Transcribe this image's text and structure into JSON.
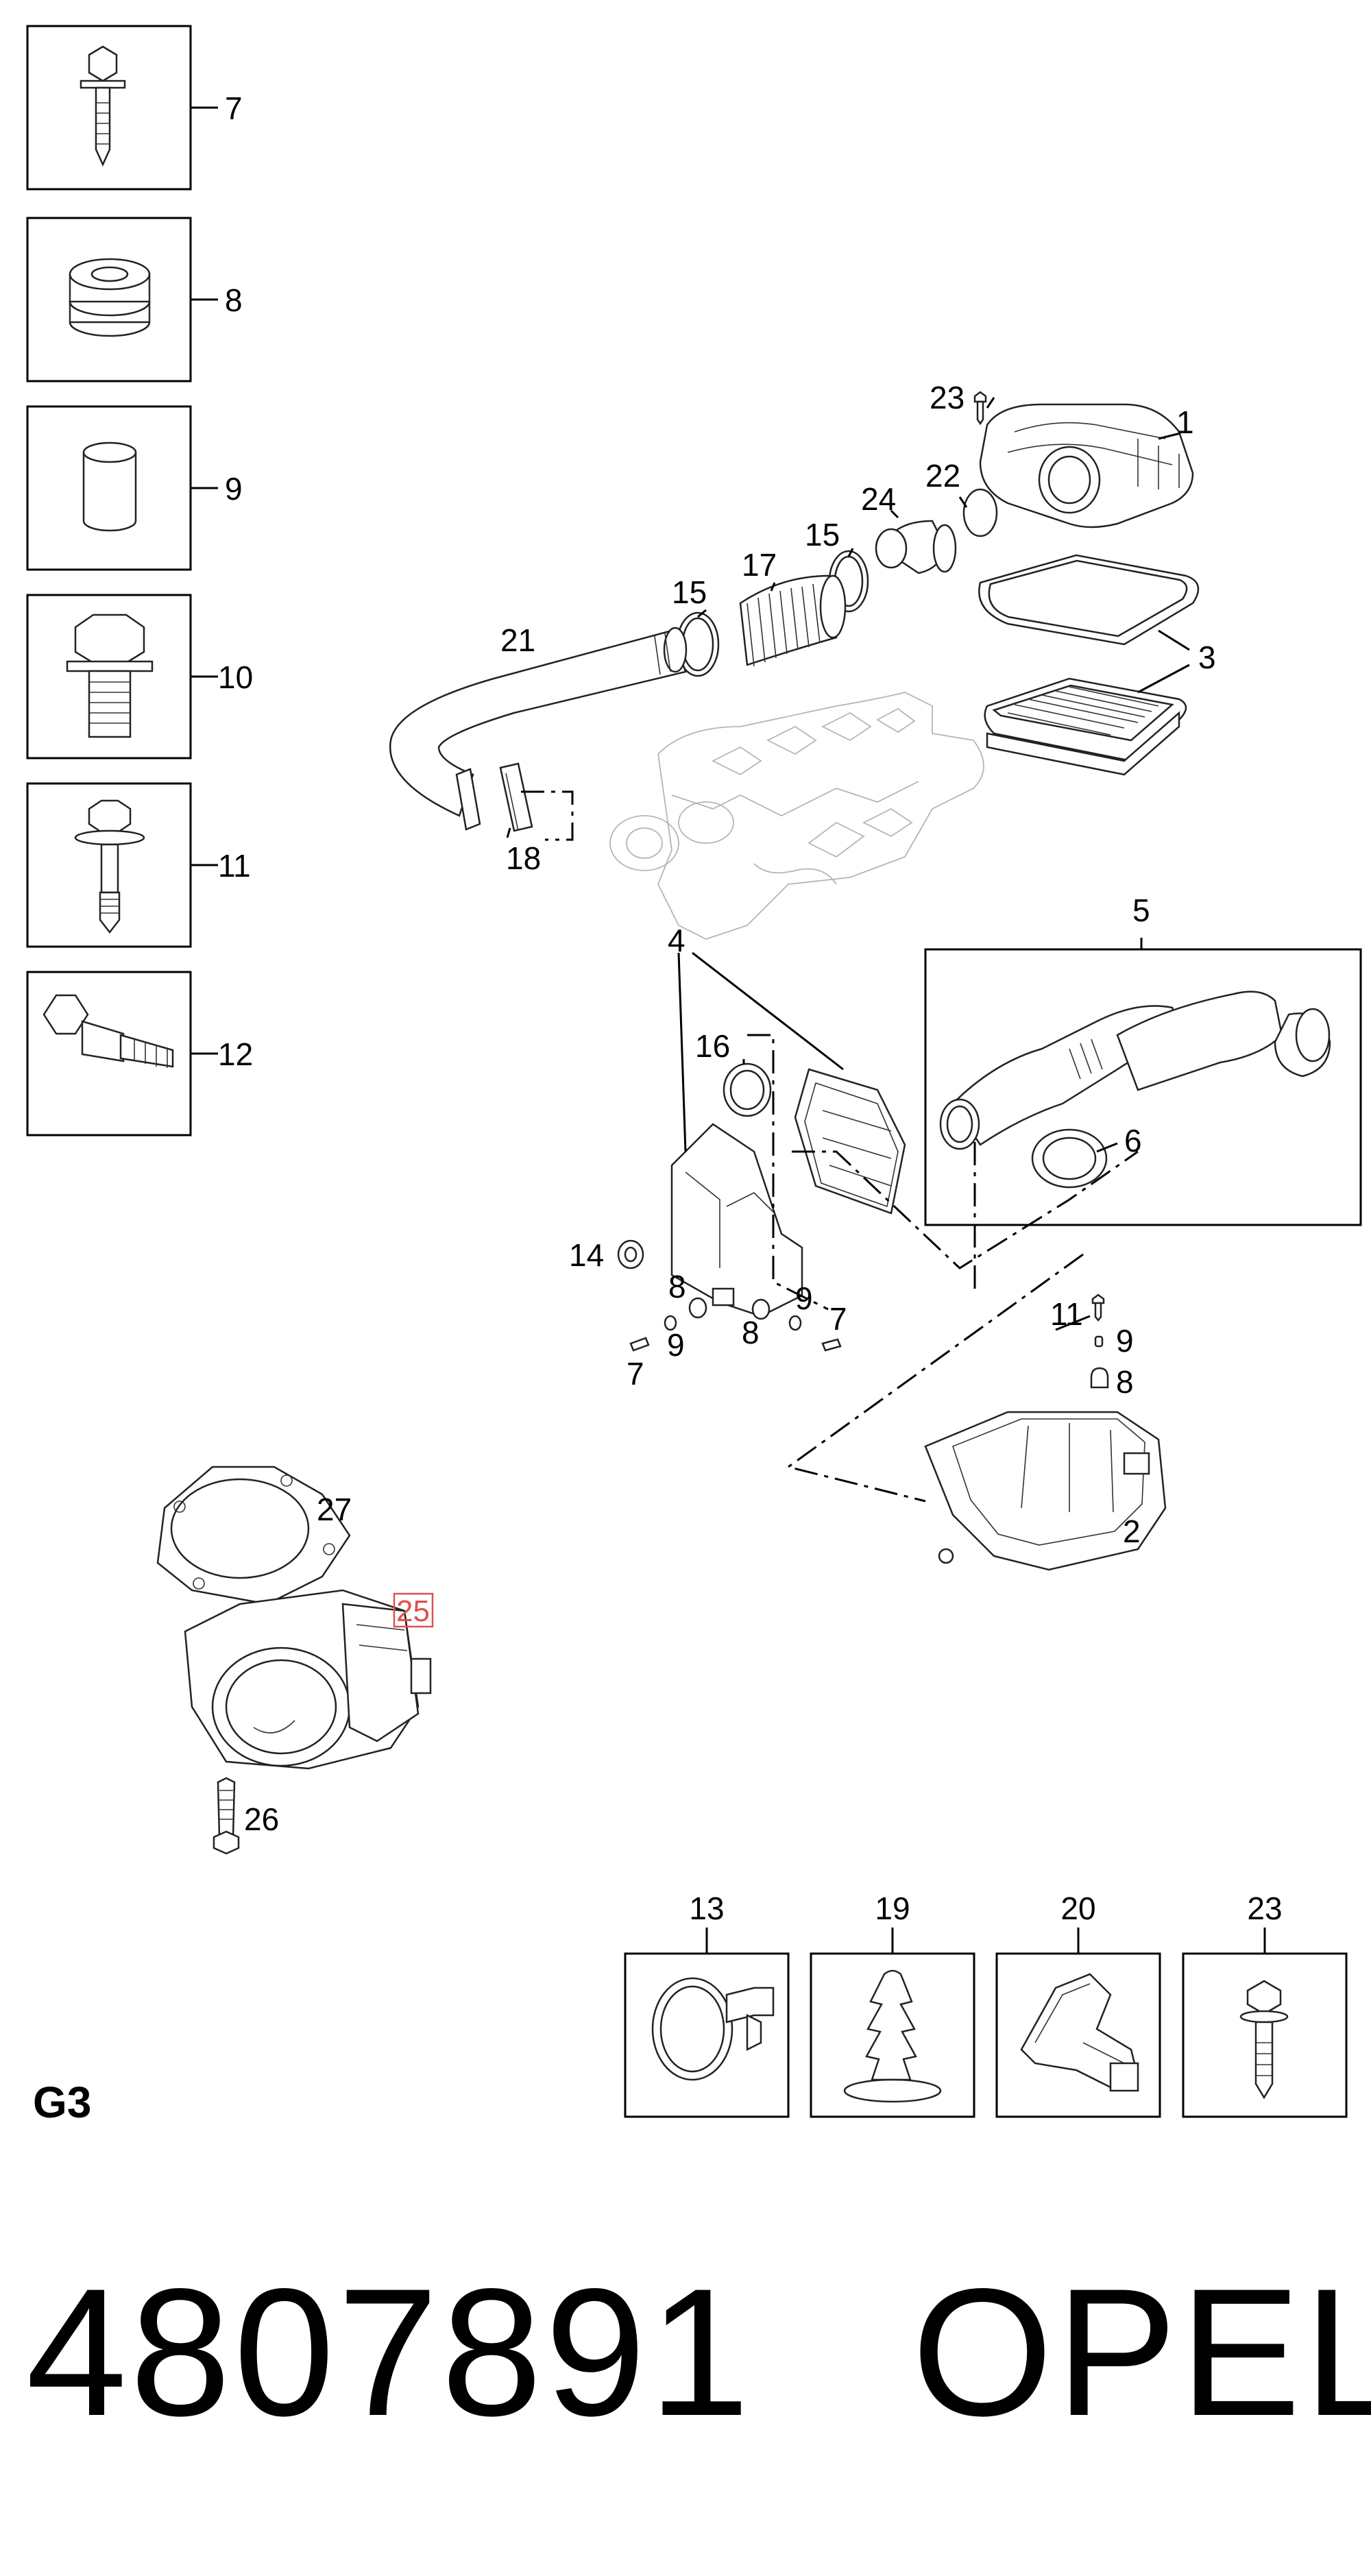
{
  "sheet_code": "G3",
  "part_number": "4807891",
  "brand": "OPEL",
  "highlighted_callout": "25",
  "colors": {
    "highlight": "#e05050",
    "line": "#000000",
    "ghost": "#b5b5b5"
  },
  "legend_left": [
    "7",
    "8",
    "9",
    "10",
    "11",
    "12"
  ],
  "legend_bottom": [
    "13",
    "19",
    "20",
    "23"
  ],
  "callouts": {
    "c1": "1",
    "c2": "2",
    "c3": "3",
    "c4": "4",
    "c5": "5",
    "c6": "6",
    "c7a": "7",
    "c7b": "7",
    "c8a": "8",
    "c8b": "8",
    "c8c": "8",
    "c9a": "9",
    "c9b": "9",
    "c9c": "9",
    "c11": "11",
    "c14": "14",
    "c15a": "15",
    "c15b": "15",
    "c16": "16",
    "c17": "17",
    "c18": "18",
    "c21": "21",
    "c22": "22",
    "c23": "23",
    "c24": "24",
    "c26": "26",
    "c27": "27"
  }
}
